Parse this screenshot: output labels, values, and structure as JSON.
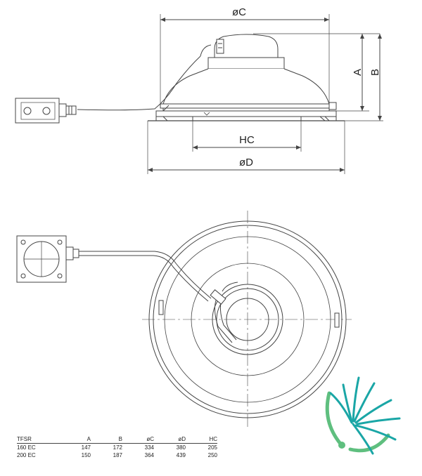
{
  "labels": {
    "diameter_c": "øC",
    "height_a": "A",
    "height_b": "B",
    "hc": "HC",
    "diameter_d": "øD"
  },
  "table": {
    "headers": [
      "TFSR",
      "A",
      "B",
      "øC",
      "øD",
      "HC"
    ],
    "rows": [
      [
        "160 EC",
        "147",
        "172",
        "334",
        "380",
        "205"
      ],
      [
        "200 EC",
        "150",
        "187",
        "364",
        "439",
        "250"
      ]
    ]
  },
  "colors": {
    "line": "#444444",
    "logo_teal": "#1aa6a6",
    "logo_green": "#5fbf7f"
  }
}
